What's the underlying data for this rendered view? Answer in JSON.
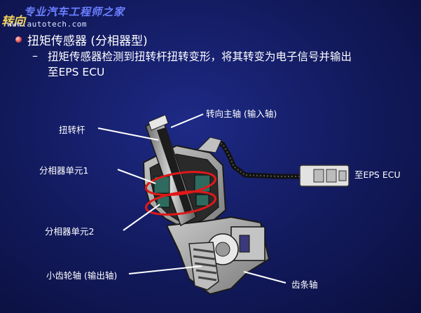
{
  "header": {
    "watermark_cn": "专业汽车工程师之家",
    "watermark_url": "www.autotech.com",
    "corner_title": "转向"
  },
  "content": {
    "bullet": "扭矩传感器 (分相器型)",
    "sub_dash": "–",
    "sub_line1": "扭矩传感器检测到扭转杆扭转变形，将其转变为电子信号并输出",
    "sub_line2": "至EPS ECU"
  },
  "labels": {
    "torsion_bar": "扭转杆",
    "steering_shaft": "转向主轴 (输入轴)",
    "resolver1": "分相器单元1",
    "resolver2": "分相器单元2",
    "to_ecu": "至EPS ECU",
    "pinion": "小齿轮轴 (输出轴)",
    "rack": "齿条轴"
  },
  "colors": {
    "background": "#141c63",
    "highlight_ring": "#e01818",
    "bullet": "#e05050"
  }
}
